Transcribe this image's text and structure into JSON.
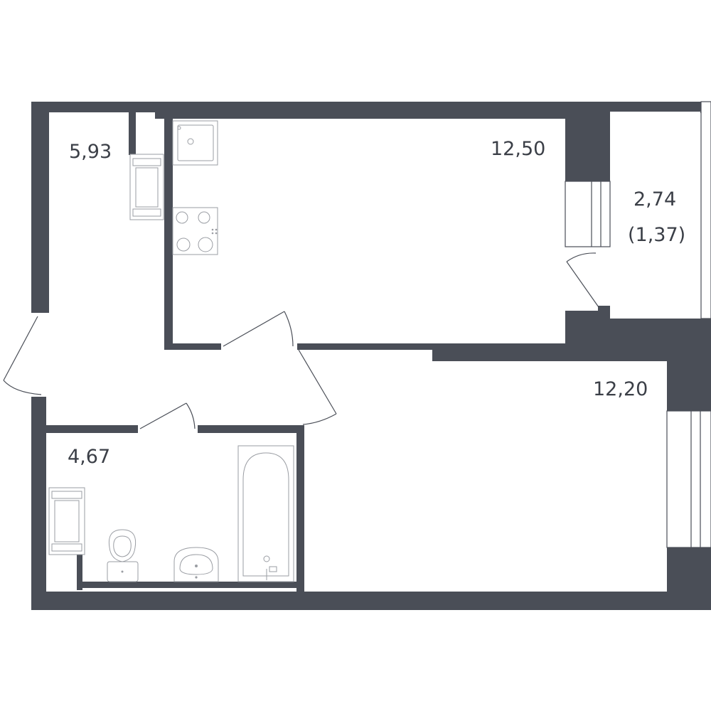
{
  "plan": {
    "rooms": [
      {
        "id": "hall",
        "area": "5,93"
      },
      {
        "id": "kitchen",
        "area": "12,50"
      },
      {
        "id": "balcony",
        "area": "2,74",
        "reduced_area": "(1,37)"
      },
      {
        "id": "bedroom",
        "area": "12,20"
      },
      {
        "id": "bathroom",
        "area": "4,67"
      }
    ],
    "colors": {
      "wall": "#4a4e57",
      "fixture": "#9a9da3",
      "background": "#ffffff"
    }
  }
}
